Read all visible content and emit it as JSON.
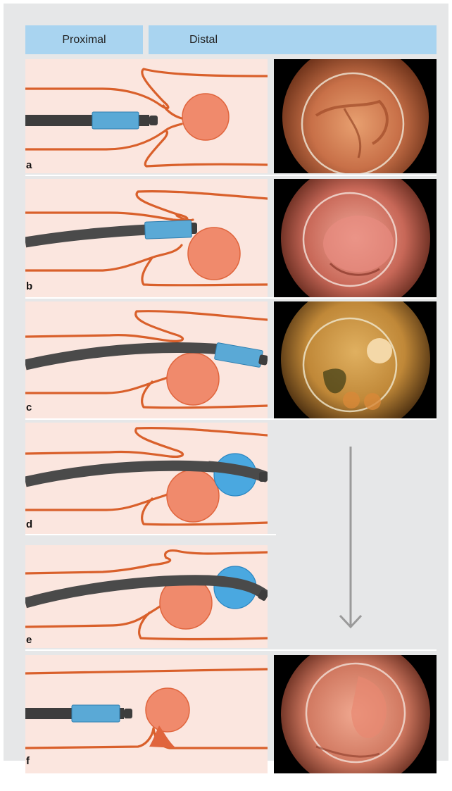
{
  "header": {
    "proximal_label": "Proximal",
    "distal_label": "Distal"
  },
  "panels": [
    {
      "label": "a"
    },
    {
      "label": "b"
    },
    {
      "label": "c"
    },
    {
      "label": "d"
    },
    {
      "label": "e"
    },
    {
      "label": "f"
    }
  ],
  "colors": {
    "background": "#e6e7e8",
    "header_fill": "#a9d4f0",
    "panel_fill": "#fbe6df",
    "bowel_wall": "#d9602b",
    "polyp": "#f08a6c",
    "scope": "#4a4a4a",
    "cap": "#5aa9d6",
    "arrow": "#9a9a9a"
  }
}
